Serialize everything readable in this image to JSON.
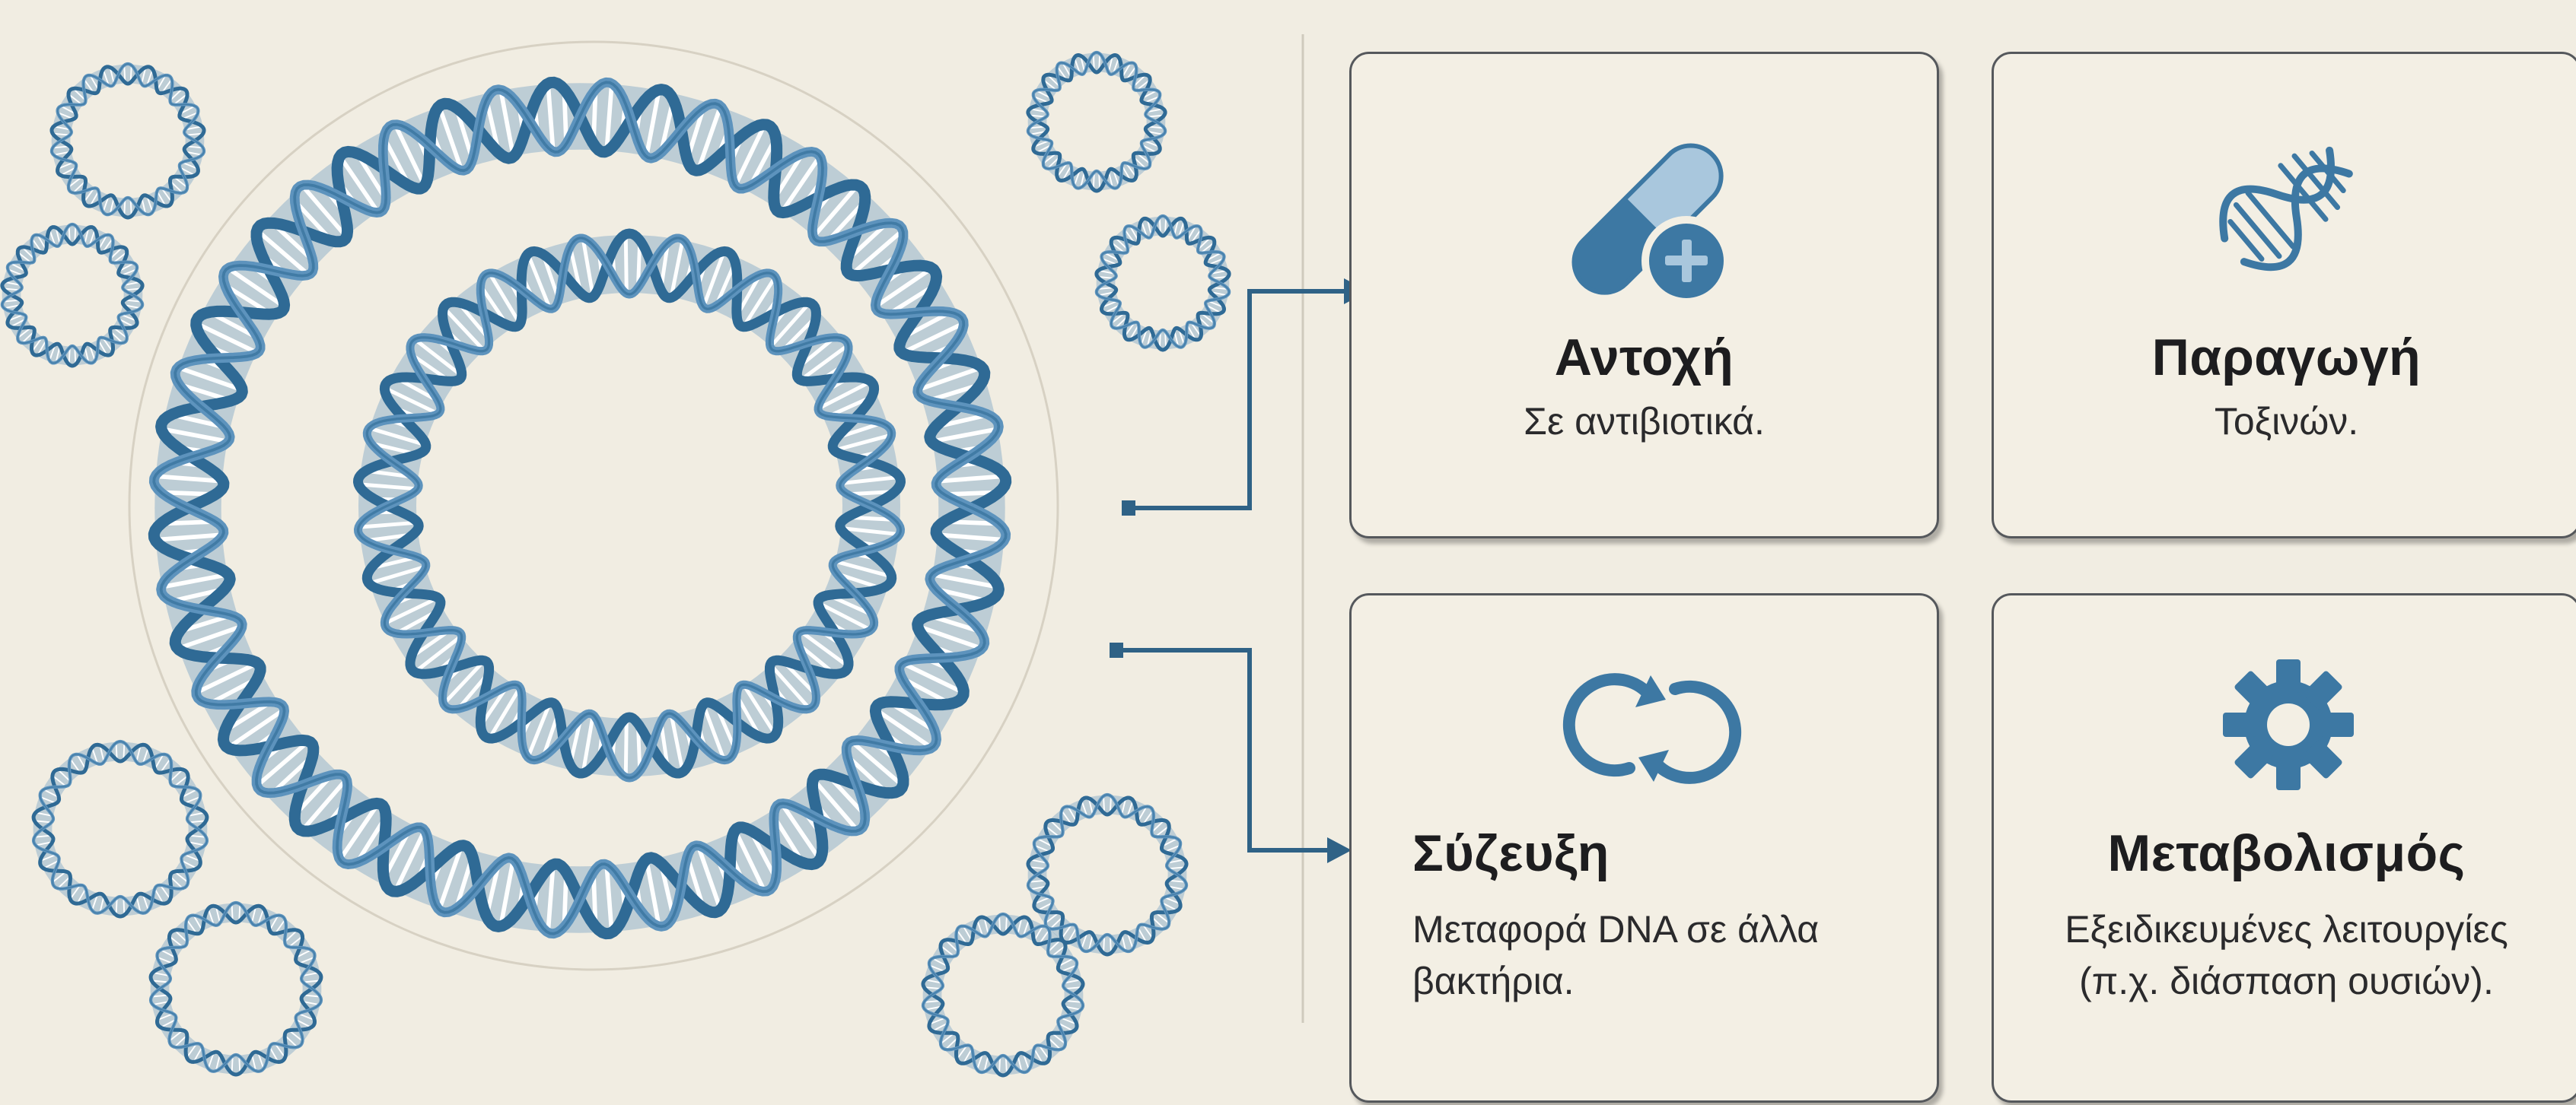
{
  "cards": [
    {
      "icon": "capsule-plus-icon",
      "title": "Αντοχή",
      "desc_lines": [
        "Σε αντιβιοτικά."
      ]
    },
    {
      "icon": "dna-helix-icon",
      "title": "Παραγωγή",
      "desc_lines": [
        "Τοξινών."
      ]
    },
    {
      "icon": "circular-arrows-icon",
      "title": "Σύζευξη",
      "desc_lines": [
        "Μεταφορά DNA σε άλλα",
        "βακτήρια."
      ]
    },
    {
      "icon": "gear-icon",
      "title": "Μεταβολισμός",
      "desc_lines": [
        "Εξειδικευμένες λειτουργίες",
        "(π.χ. διάσπαση ουσιών)."
      ]
    }
  ],
  "colors": {
    "background": "#f1ede2",
    "helix_dark": "#2f6a95",
    "helix_light": "#5d93bd",
    "rung": "#ffffff",
    "card_border": "#55585c",
    "arrow": "#2f6286",
    "icon": "#3d78a3"
  }
}
